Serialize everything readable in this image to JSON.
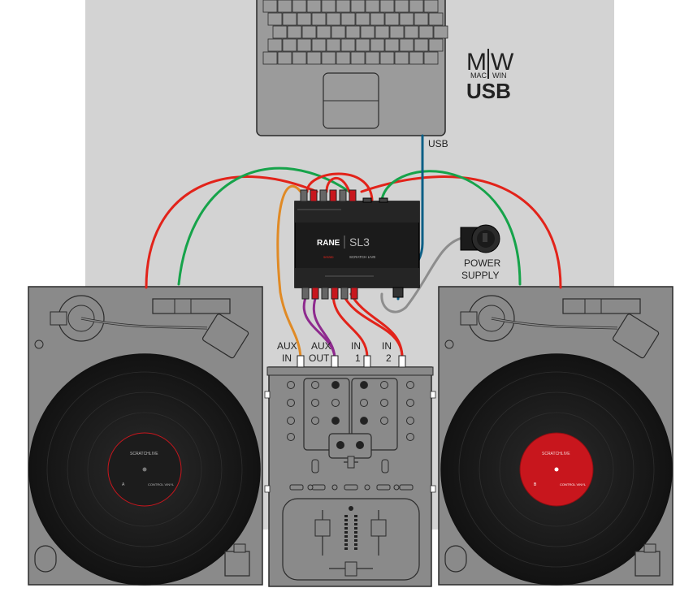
{
  "labels": {
    "mw_mac": "M",
    "mw_win": "W",
    "mac": "MAC",
    "win": "WIN",
    "usb_big": "USB",
    "usb_cable": "USB",
    "power_line1": "POWER",
    "power_line2": "SUPPLY",
    "aux_in_line1": "AUX",
    "aux_in_line2": "IN",
    "aux_out_line1": "AUX",
    "aux_out_line2": "OUT",
    "in1_line1": "IN",
    "in1_line2": "1",
    "in2_line1": "IN",
    "in2_line2": "2"
  },
  "interface_box": {
    "brand": "RANE",
    "model": "SL3",
    "software": "SCRATCH LIVE",
    "partner": "serato"
  },
  "records": {
    "left": {
      "brand": "SCRATCHLIVE",
      "side": "A",
      "caption": "CONTROL VINYL"
    },
    "right": {
      "brand": "SCRATCHLIVE",
      "side": "B",
      "caption": "CONTROL VINYL"
    }
  },
  "colors": {
    "background": "#d3d3d3",
    "device_gray": "#8a8a8a",
    "laptop_gray": "#9b9b9b",
    "vinyl": "#1a1a1a",
    "cable_red": "#e2231a",
    "cable_green": "#16a34a",
    "cable_orange": "#e08a25",
    "cable_purple": "#8e2a8e",
    "cable_blue": "#0c5f86",
    "cable_gray": "#8d8d8d",
    "label_red": "#c8161d"
  }
}
